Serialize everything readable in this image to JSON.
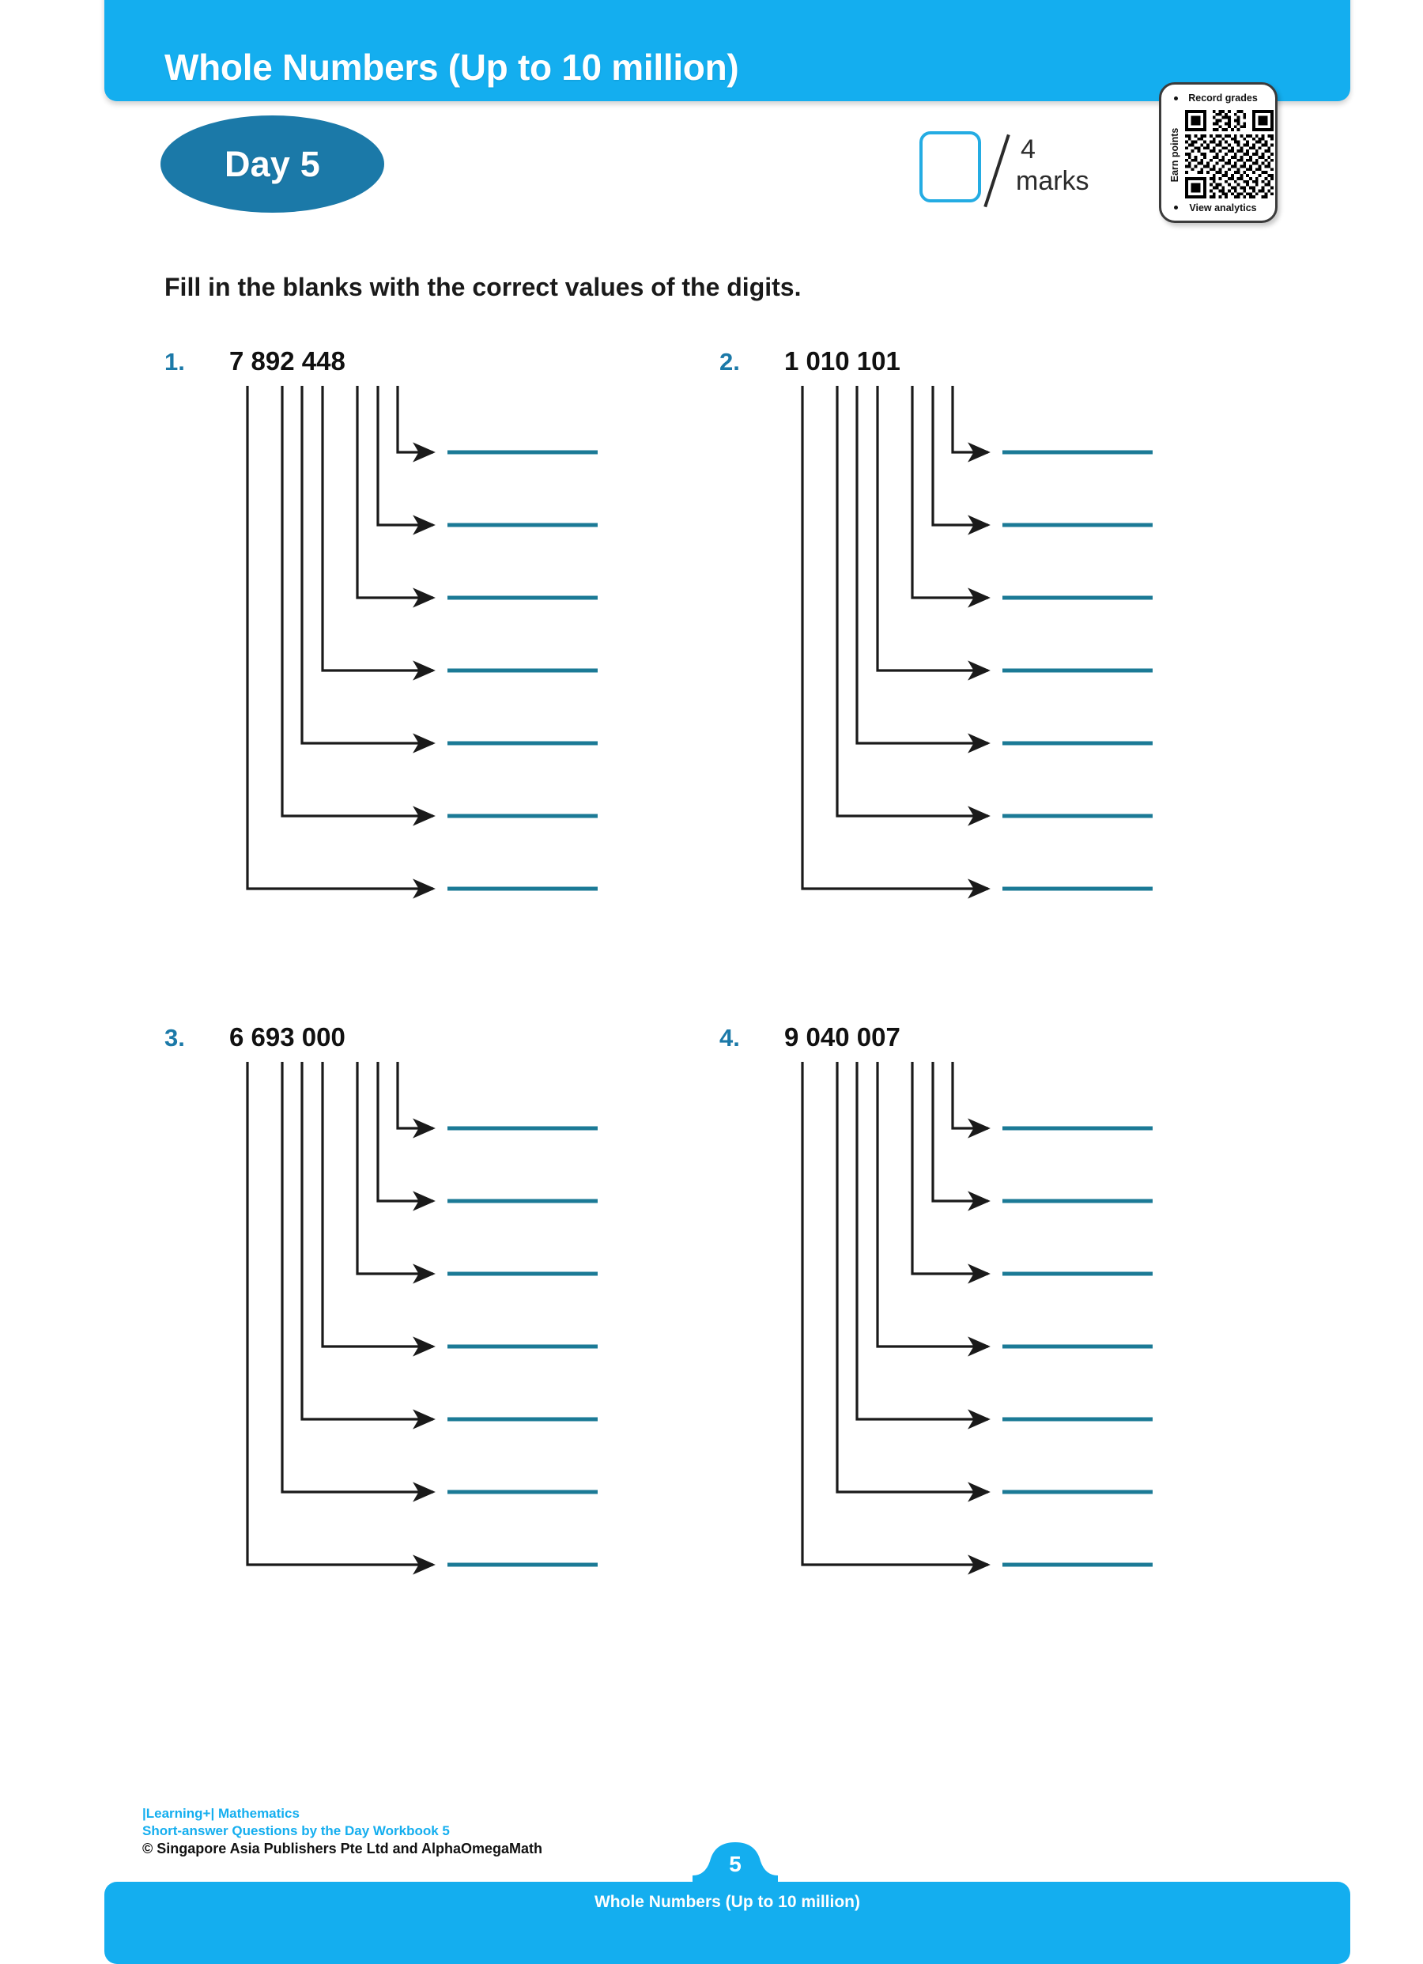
{
  "header": {
    "title": "Whole Numbers (Up to 10 million)",
    "day_label": "Day 5",
    "marks_number": "4",
    "marks_word": "marks",
    "accent_blue": "#14aeef",
    "deep_blue": "#1b79a8",
    "answer_line_color": "#1b7a96"
  },
  "qr_badge": {
    "top_text": "Record grades",
    "side_text": "Earn points",
    "bottom_text": "View analytics"
  },
  "instruction": "Fill in the blanks with the correct values of the digits.",
  "questions": [
    {
      "number": "1.",
      "digits": "7 892 448"
    },
    {
      "number": "2.",
      "digits": "1 010 101"
    },
    {
      "number": "3.",
      "digits": "6 693 000"
    },
    {
      "number": "4.",
      "digits": "9 040 007"
    }
  ],
  "footer": {
    "credit_line1": "|Learning+| Mathematics",
    "credit_line2": "Short-answer Questions by the Day Workbook 5",
    "credit_line3": "© Singapore Asia Publishers Pte Ltd and AlphaOmegaMath",
    "page_number": "5",
    "bar_label": "Whole Numbers (Up to 10 million)"
  }
}
